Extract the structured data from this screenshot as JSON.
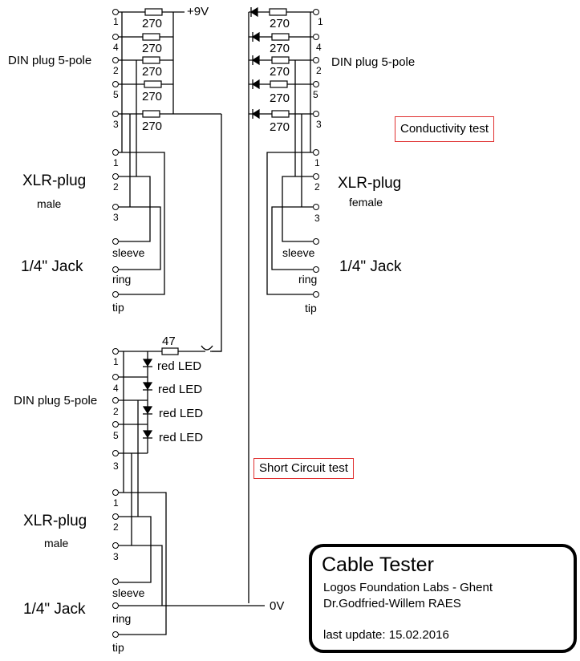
{
  "title_block": {
    "title": "Cable Tester",
    "org": "Logos Foundation Labs - Ghent",
    "author": "Dr.Godfried-Willem RAES",
    "updated": "last update: 15.02.2016"
  },
  "tests": {
    "conductivity": "Conductivity test",
    "short_circuit": "Short Circuit test"
  },
  "supply": {
    "plus": "+9V",
    "ground": "0V"
  },
  "components": {
    "resistor_value": "270",
    "series_resistor_value": "47",
    "led_label": "red LED"
  },
  "connectors": {
    "din": {
      "label": "DIN plug 5-pole",
      "pins": [
        "1",
        "4",
        "2",
        "5",
        "3"
      ]
    },
    "xlr_male": {
      "label": "XLR-plug",
      "sub": "male",
      "pins": [
        "1",
        "2",
        "3"
      ]
    },
    "xlr_female": {
      "label": "XLR-plug",
      "sub": "female",
      "pins": [
        "1",
        "2",
        "3"
      ]
    },
    "jack": {
      "label": "1/4\" Jack",
      "pins": [
        "sleeve",
        "ring",
        "tip"
      ]
    }
  }
}
